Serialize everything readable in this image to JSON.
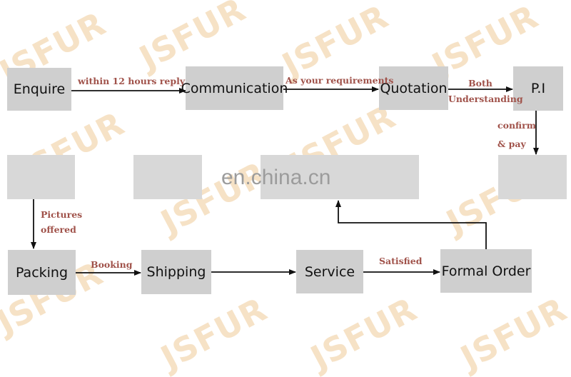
{
  "watermark": "JSFUR",
  "site_watermark": "en.china.cn",
  "colors": {
    "box": "#cfcfcf",
    "label": "#a0524a",
    "watermark": "#f6e2c6",
    "line": "#111111"
  },
  "steps": {
    "enquire": "Enquire",
    "communication": "Communication",
    "quotation": "Quotation",
    "pi": "P.I",
    "packing": "Packing",
    "shipping": "Shipping",
    "service": "Service",
    "formal_order": "Formal Order"
  },
  "labels": {
    "enquire_to_comm": "within 12 hours reply",
    "comm_to_quote": "As your requirements",
    "quote_to_pi_1": "Both",
    "quote_to_pi_2": "Understanding",
    "pi_down_1": "confirm",
    "pi_down_2": "& pay",
    "pictures_1": "Pictures",
    "pictures_2": "offered",
    "booking": "Booking",
    "satisfied": "Satisfied"
  }
}
